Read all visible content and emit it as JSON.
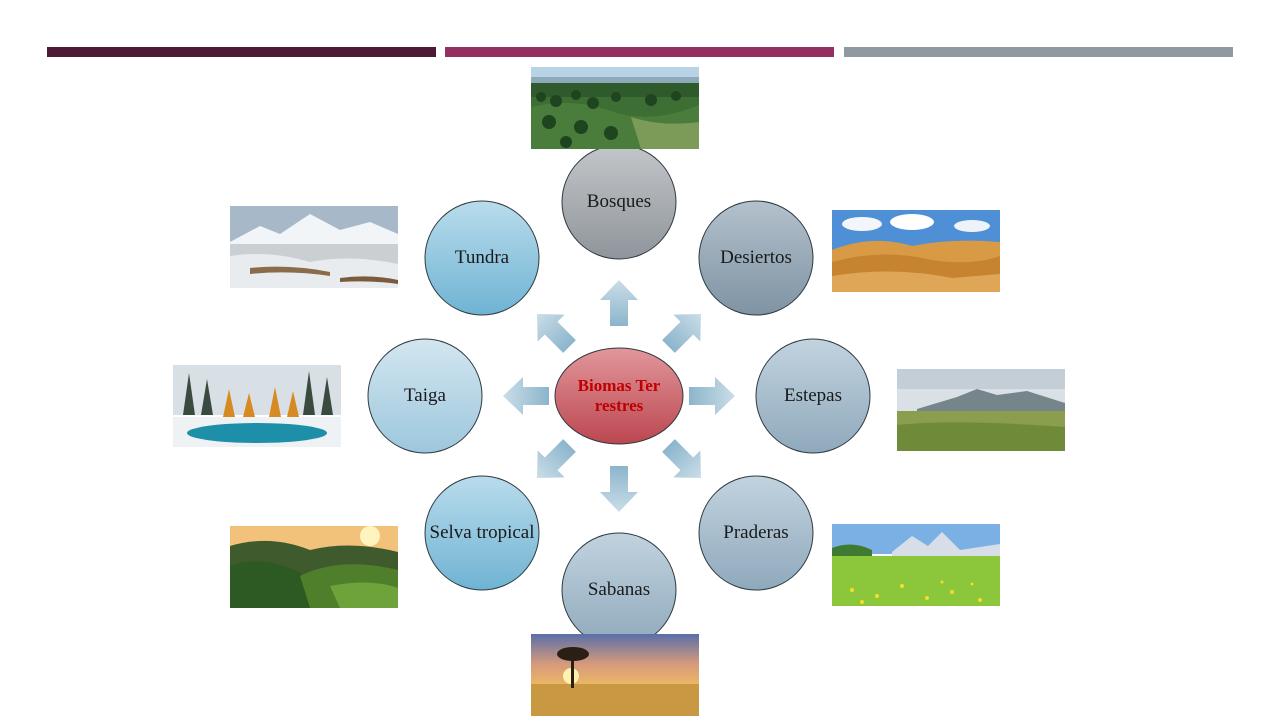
{
  "colors": {
    "bar1": "#4d1a36",
    "bar2": "#93305f",
    "bar3": "#8f99a1",
    "center_fill": "#c8525a",
    "arrow_fill": "#9cc0d4"
  },
  "diagram": {
    "center_label": "Biomas Terrestres",
    "nodes": [
      {
        "id": "bosques",
        "label": "Bosques",
        "photo": "forest-landscape"
      },
      {
        "id": "desiertos",
        "label": "Desiertos",
        "photo": "desert-dunes"
      },
      {
        "id": "estepas",
        "label": "Estepas",
        "photo": "steppe-plain"
      },
      {
        "id": "praderas",
        "label": "Praderas",
        "photo": "meadow-flowers"
      },
      {
        "id": "sabanas",
        "label": "Sabanas",
        "photo": "savanna-sunset"
      },
      {
        "id": "selva",
        "label": "Selva tropical",
        "photo": "tropical-jungle"
      },
      {
        "id": "taiga",
        "label": "Taiga",
        "photo": "taiga-lake"
      },
      {
        "id": "tundra",
        "label": "Tundra",
        "photo": "snowy-tundra"
      }
    ]
  }
}
